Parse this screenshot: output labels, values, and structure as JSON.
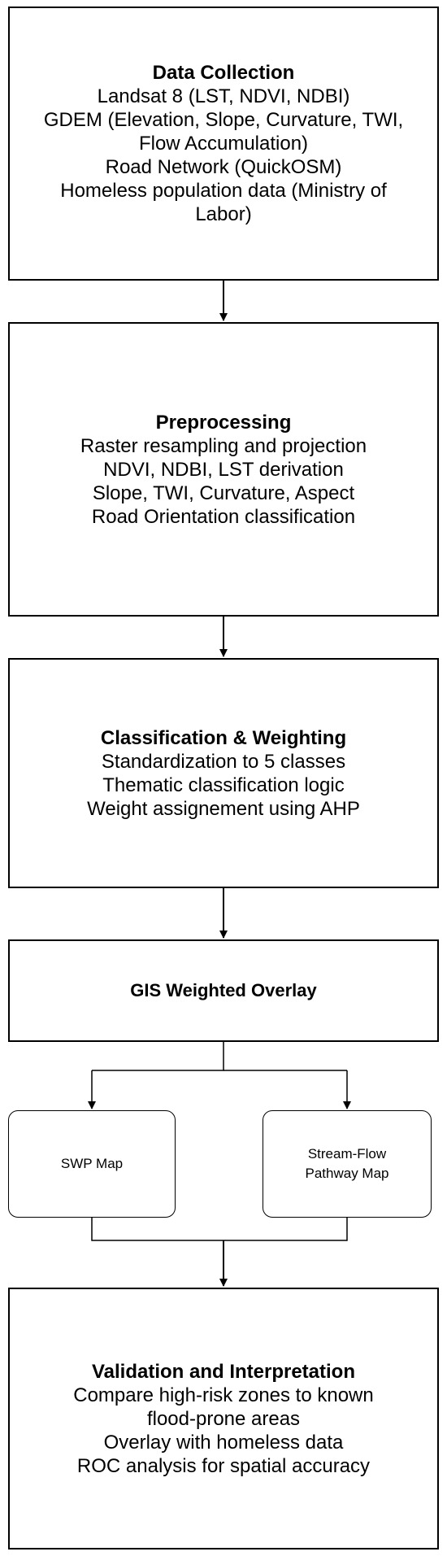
{
  "boxes": {
    "data_collection": {
      "title": "Data Collection",
      "lines": [
        "Landsat 8 (LST, NDVI, NDBI)",
        "GDEM (Elevation, Slope, Curvature, TWI,",
        "Flow Accumulation)",
        "Road Network (QuickOSM)",
        "Homeless population data (Ministry of",
        "Labor)"
      ]
    },
    "preprocessing": {
      "title": "Preprocessing",
      "lines": [
        "Raster resampling and projection",
        "NDVI, NDBI, LST derivation",
        "Slope, TWI, Curvature, Aspect",
        "Road Orientation classification"
      ]
    },
    "classification": {
      "title": "Classification & Weighting",
      "lines": [
        "Standardization to 5 classes",
        "Thematic classification logic",
        "Weight assignement using AHP"
      ]
    },
    "overlay": {
      "title": "GIS Weighted Overlay"
    },
    "swp_map": {
      "lines": [
        "SWP Map"
      ]
    },
    "stream_flow": {
      "lines": [
        "Stream-Flow",
        "Pathway Map"
      ]
    },
    "validation": {
      "title": "Validation and Interpretation",
      "lines": [
        "Compare high-risk zones to known",
        "flood-prone areas",
        "Overlay with homeless data",
        "ROC analysis for spatial accuracy"
      ]
    }
  }
}
